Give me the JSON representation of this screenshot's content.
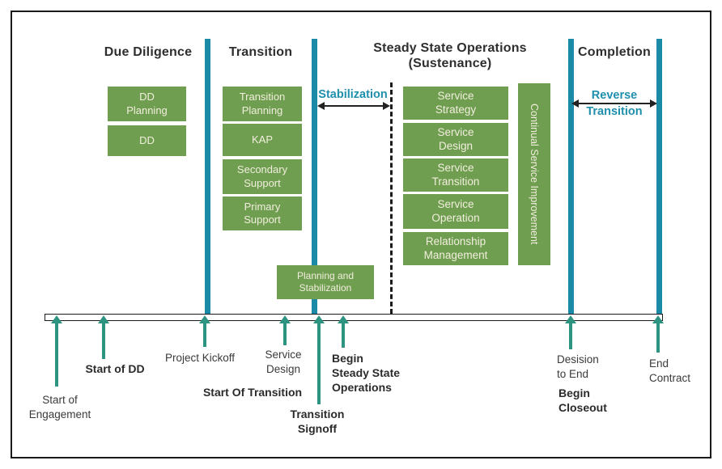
{
  "phases": [
    {
      "title": "Due Diligence"
    },
    {
      "title": "Transition"
    },
    {
      "title": "Steady State Operations",
      "subtitle": "(Sustenance)"
    },
    {
      "title": "Completion"
    }
  ],
  "boxes": {
    "due_diligence": [
      {
        "label": "DD\nPlanning"
      },
      {
        "label": "DD"
      }
    ],
    "transition": [
      {
        "label": "Transition\nPlanning"
      },
      {
        "label": "KAP"
      },
      {
        "label": "Secondary\nSupport"
      },
      {
        "label": "Primary\nSupport"
      }
    ],
    "steady_state": [
      {
        "label": "Service\nStrategy"
      },
      {
        "label": "Service\nDesign"
      },
      {
        "label": "Service\nTransition"
      },
      {
        "label": "Service\nOperation"
      },
      {
        "label": "Relationship\nManagement"
      }
    ],
    "continual_service_improvement": "Continual Service Improvement",
    "planning_and_stabilization": "Planning and\nStabilization"
  },
  "annotations": {
    "stabilization": "Stabilization",
    "reverse_transition_line1": "Reverse",
    "reverse_transition_line2": "Transition"
  },
  "milestones": [
    {
      "label": "Start of\nEngagement"
    },
    {
      "label": "Start of DD"
    },
    {
      "label": "Project Kickoff"
    },
    {
      "label": "Service\nDesign"
    },
    {
      "label": "Start Of Transition"
    },
    {
      "label": "Transition\nSignoff"
    },
    {
      "label": "Begin\nSteady State\nOperations"
    },
    {
      "label": "Desision\nto End"
    },
    {
      "label": "Begin\nCloseout"
    },
    {
      "label": "End\nContract"
    }
  ],
  "colors": {
    "activity_green": "#6f9e51",
    "divider_teal": "#1a8aa6",
    "milestone_arrow_green": "#2e9482",
    "annotation_teal": "#1f8fad"
  }
}
